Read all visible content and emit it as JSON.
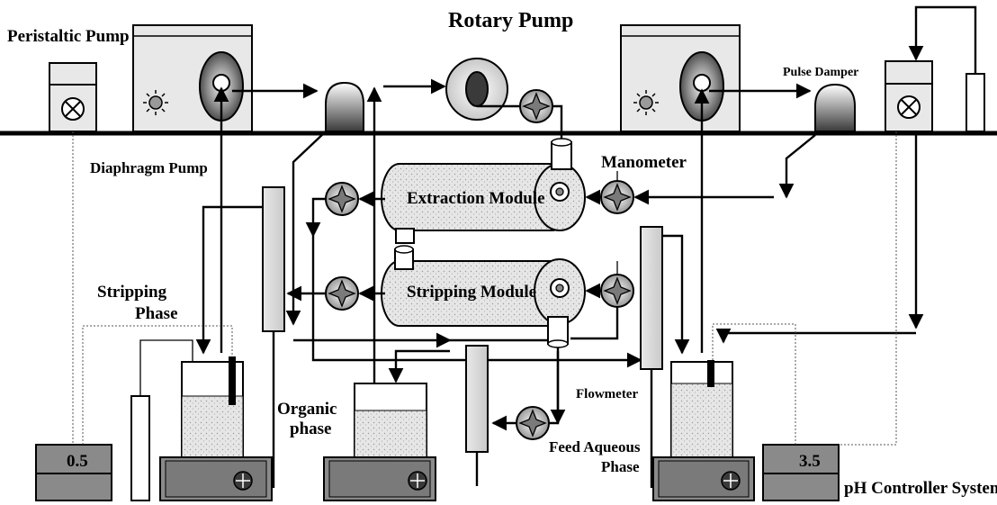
{
  "labels": {
    "peristaltic_pump": "Peristaltic Pump",
    "rotary_pump": "Rotary Pump",
    "pulse_damper": "Pulse Damper",
    "diaphragm_pump": "Diaphragm Pump",
    "manometer": "Manometer",
    "extraction_module": "Extraction Module",
    "stripping_module": "Stripping Module",
    "stripping_phase_1": "Stripping",
    "stripping_phase_2": "Phase",
    "organic_phase_1": "Organic",
    "organic_phase_2": "phase",
    "flowmeter": "Flowmeter",
    "feed_aqueous_1": "Feed Aqueous",
    "feed_aqueous_2": "Phase",
    "ph_controller": "pH Controller System"
  },
  "ph_readouts": {
    "left": "0.5",
    "right": "3.5"
  }
}
